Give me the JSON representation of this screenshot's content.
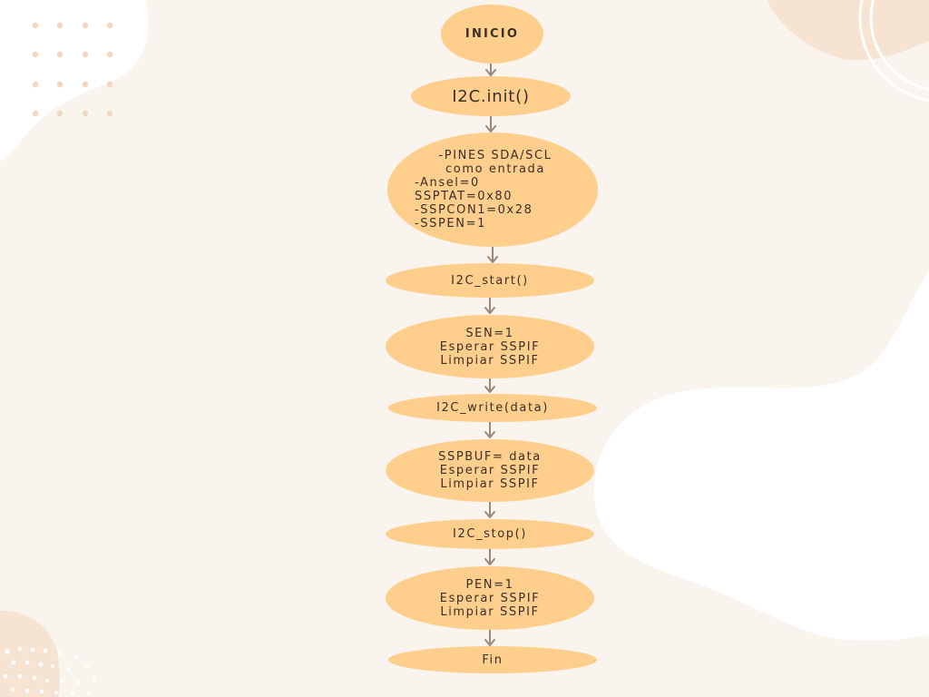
{
  "colors": {
    "background": "#faf4ee",
    "node_fill": "#fecf8c",
    "arrow": "#9a8878",
    "blob_white": "#ffffff",
    "blob_peach": "#f6e3d2",
    "dots": "#f2d8c2"
  },
  "flowchart": {
    "nodes": {
      "inicio": "INICIO",
      "i2c_init": "I2C.init()",
      "config": {
        "line1": "-PINES SDA/SCL",
        "line2": "como entrada",
        "line3": "-Ansel=0",
        "line4": "SSPTAT=0x80",
        "line5": "-SSPCON1=0x28",
        "line6": "-SSPEN=1"
      },
      "i2c_start": "I2C_start()",
      "start_steps": {
        "line1": "SEN=1",
        "line2": "Esperar SSPIF",
        "line3": "Limpiar SSPIF"
      },
      "i2c_write": "I2C_write(data)",
      "write_steps": {
        "line1": "SSPBUF= data",
        "line2": "Esperar SSPIF",
        "line3": "Limpiar SSPIF"
      },
      "i2c_stop": "I2C_stop()",
      "stop_steps": {
        "line1": "PEN=1",
        "line2": "Esperar SSPIF",
        "line3": "Limpiar SSPIF"
      },
      "fin": "Fin"
    }
  }
}
